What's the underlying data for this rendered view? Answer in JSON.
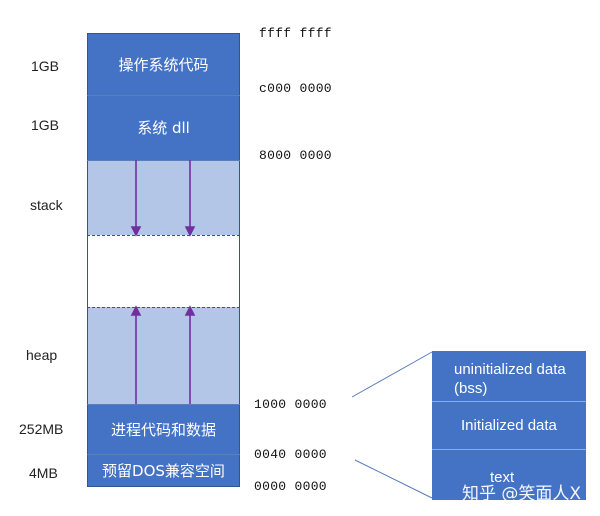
{
  "sizes": {
    "os_code": "1GB",
    "dll": "1GB",
    "stack": "stack",
    "heap": "heap",
    "process": "252MB",
    "dos": "4MB"
  },
  "addresses": {
    "a_ffff": "ffff ffff",
    "a_c000": "c000 0000",
    "a_8000": "8000 0000",
    "a_1000": "1000 0000",
    "a_0040": "0040 0000",
    "a_0000": "0000 0000"
  },
  "memory_blocks": {
    "os_code": "操作系统代码",
    "dll": "系统 dll",
    "process": "进程代码和数据",
    "dos": "预留DOS兼容空间"
  },
  "detail_blocks": {
    "uninit_line1": "uninitialized data",
    "uninit_line2": "(bss)",
    "init": "Initialized data",
    "text": "text"
  },
  "watermark": "知乎 @笑面人X",
  "colors": {
    "dark_block": "#4472c4",
    "light_block": "#b4c6e7",
    "arrow": "#7030a0",
    "connector": "#5a7dbb"
  }
}
